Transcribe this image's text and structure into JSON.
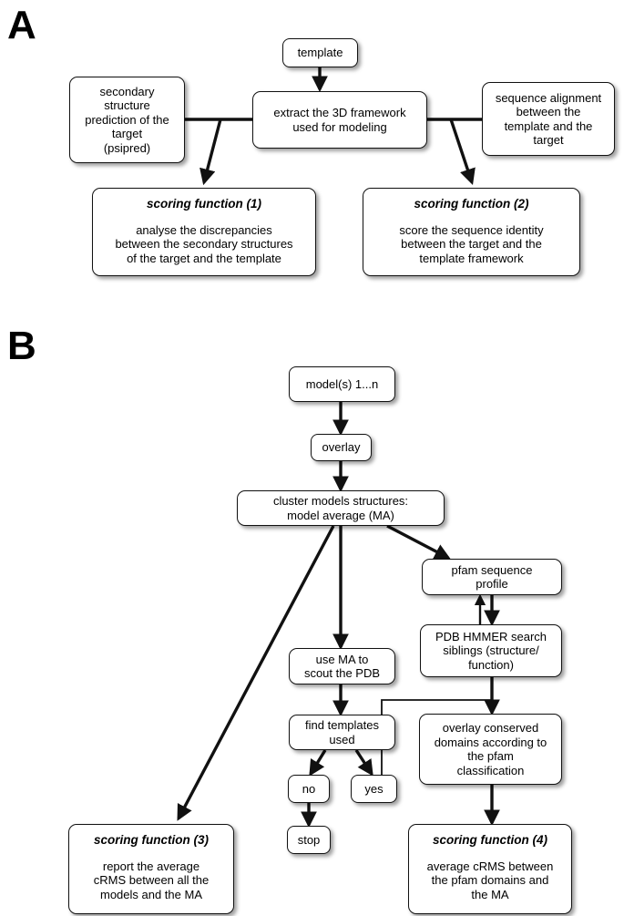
{
  "figure": {
    "panels": [
      {
        "id": "A",
        "label": "A"
      },
      {
        "id": "B",
        "label": "B"
      }
    ]
  },
  "panelA": {
    "nodes": {
      "template": {
        "lines": [
          "template"
        ]
      },
      "secondary_structure": {
        "lines": [
          "secondary",
          "structure",
          "prediction of the",
          "target",
          "(psipred)"
        ]
      },
      "extract_framework": {
        "lines": [
          "extract the 3D framework",
          "used for modeling"
        ]
      },
      "sequence_alignment": {
        "lines": [
          "sequence alignment",
          "between the",
          "template and the",
          "target"
        ]
      },
      "scoring_function_1": {
        "title": "scoring function (1)",
        "lines": [
          "analyse the discrepancies",
          "between the secondary structures",
          "of the target and the template"
        ]
      },
      "scoring_function_2": {
        "title": "scoring function (2)",
        "lines": [
          "score the sequence identity",
          "between the target and the",
          "template framework"
        ]
      }
    }
  },
  "panelB": {
    "nodes": {
      "models": {
        "lines": [
          "model(s) 1...n"
        ]
      },
      "overlay": {
        "lines": [
          "overlay"
        ]
      },
      "cluster": {
        "lines": [
          "cluster models structures:",
          "model average (MA)"
        ]
      },
      "pfam_profile": {
        "lines": [
          "pfam sequence",
          "profile"
        ]
      },
      "pdb_hmmer": {
        "lines": [
          "PDB HMMER search",
          "siblings (structure/",
          "function)"
        ]
      },
      "use_ma": {
        "lines": [
          "use MA to",
          "scout the PDB"
        ]
      },
      "find_templates": {
        "lines": [
          "find templates",
          "used"
        ]
      },
      "no": {
        "lines": [
          "no"
        ]
      },
      "yes": {
        "lines": [
          "yes"
        ]
      },
      "stop": {
        "lines": [
          "stop"
        ]
      },
      "overlay_conserved": {
        "lines": [
          "overlay conserved",
          "domains according to",
          "the pfam",
          "classification"
        ]
      },
      "scoring_function_3": {
        "title": "scoring function (3)",
        "lines": [
          "report the average",
          "cRMS between all the",
          "models and the MA"
        ]
      },
      "scoring_function_4": {
        "title": "scoring function (4)",
        "lines": [
          "average cRMS between",
          "the pfam domains and",
          "the MA"
        ]
      }
    }
  },
  "style": {
    "stroke": "#111111",
    "background": "#ffffff",
    "node_fill": "#ffffff",
    "text_color": "#000000"
  }
}
